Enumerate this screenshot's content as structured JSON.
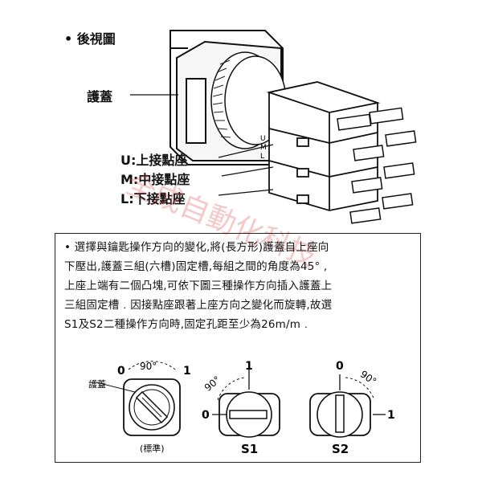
{
  "heading": "• 後視圖",
  "labels": {
    "cover": "護蓋",
    "upper": "U:上接點座",
    "middle": "M:中接點座",
    "lower": "L:下接點座"
  },
  "paragraph": [
    "• 選擇與鑰匙操作方向的變化,將(長方形)護蓋自上座向",
    "下壓出,護蓋三組(六槽)固定槽,每組之間的角度為45° ,",
    "上座上端有二個凸塊,可依下圖三種操作方向插入護蓋上",
    "三組固定槽﹒因接點座跟著上座方向之變化而旋轉,故選",
    "S1及S2二種操作方向時,固定孔距至少為26m/m﹒"
  ],
  "watermark": "全成自動化科技",
  "diagrams": {
    "standard": {
      "cover_label": "護蓋",
      "pos0": "0",
      "pos1": "1",
      "angle": "90°",
      "caption": "(標準)"
    },
    "s1": {
      "pos0": "0",
      "pos1": "1",
      "angle": "90°",
      "caption": "S1"
    },
    "s2": {
      "pos0": "0",
      "pos1": "1",
      "angle": "90°",
      "caption": "S2"
    }
  },
  "stack_letters": [
    "U",
    "M",
    "L"
  ]
}
